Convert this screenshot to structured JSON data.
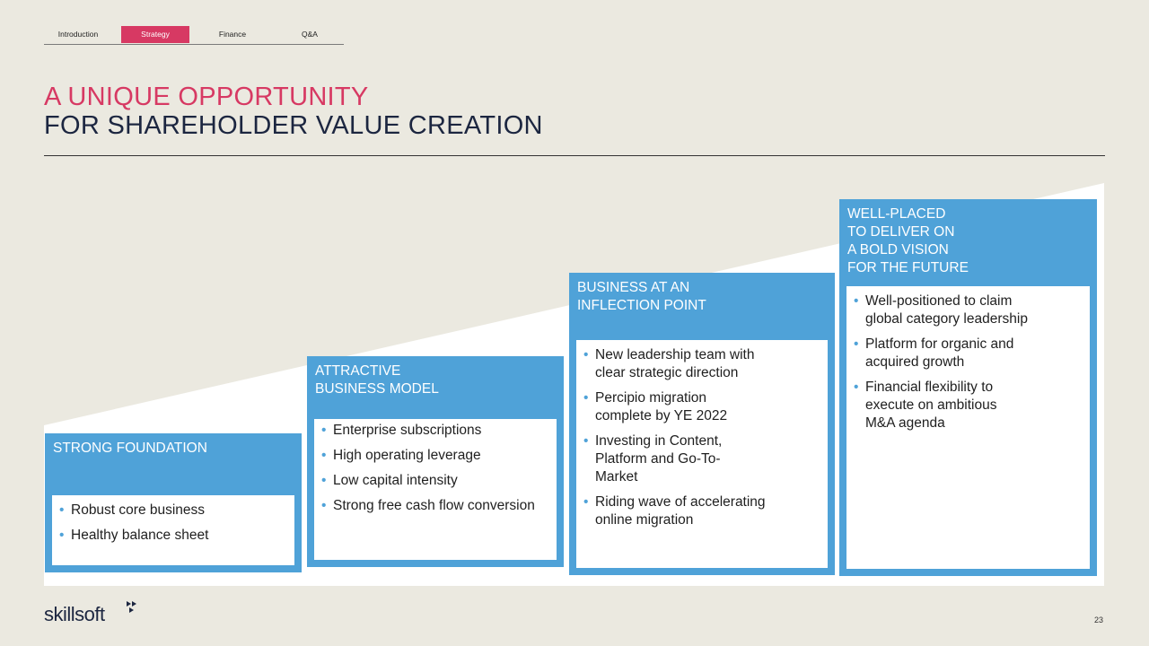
{
  "nav": {
    "items": [
      {
        "label": "Introduction",
        "active": false
      },
      {
        "label": "Strategy",
        "active": true
      },
      {
        "label": "Finance",
        "active": false
      },
      {
        "label": "Q&A",
        "active": false
      }
    ]
  },
  "title": {
    "line1": "A UNIQUE OPPORTUNITY",
    "line2": "FOR SHAREHOLDER VALUE CREATION"
  },
  "steps": [
    {
      "heading": "STRONG FOUNDATION",
      "bullets": [
        "Robust core business",
        "Healthy balance sheet"
      ]
    },
    {
      "heading": "ATTRACTIVE\nBUSINESS MODEL",
      "bullets": [
        "Enterprise subscriptions",
        "High operating leverage",
        "Low capital intensity",
        "Strong free cash flow conversion"
      ]
    },
    {
      "heading": "BUSINESS AT AN\nINFLECTION POINT",
      "bullets": [
        "New leadership team with\nclear strategic direction",
        "Percipio migration\ncomplete by YE 2022",
        "Investing in Content,\nPlatform and Go-To-\nMarket",
        "Riding wave of accelerating\nonline migration"
      ]
    },
    {
      "heading": "WELL-PLACED\nTO  DELIVER ON\nA BOLD  VISION\nFOR THE FUTURE",
      "bullets": [
        "Well-positioned to claim\nglobal category leadership",
        "Platform for organic and\nacquired growth",
        "Financial flexibility to\nexecute on ambitious\nM&A agenda"
      ]
    }
  ],
  "logo": {
    "text": "skillsoft"
  },
  "page_number": "23",
  "colors": {
    "accent": "#d73963",
    "navy": "#1c2640",
    "step_blue": "#4fa2d8",
    "background": "#ebe9e0"
  }
}
